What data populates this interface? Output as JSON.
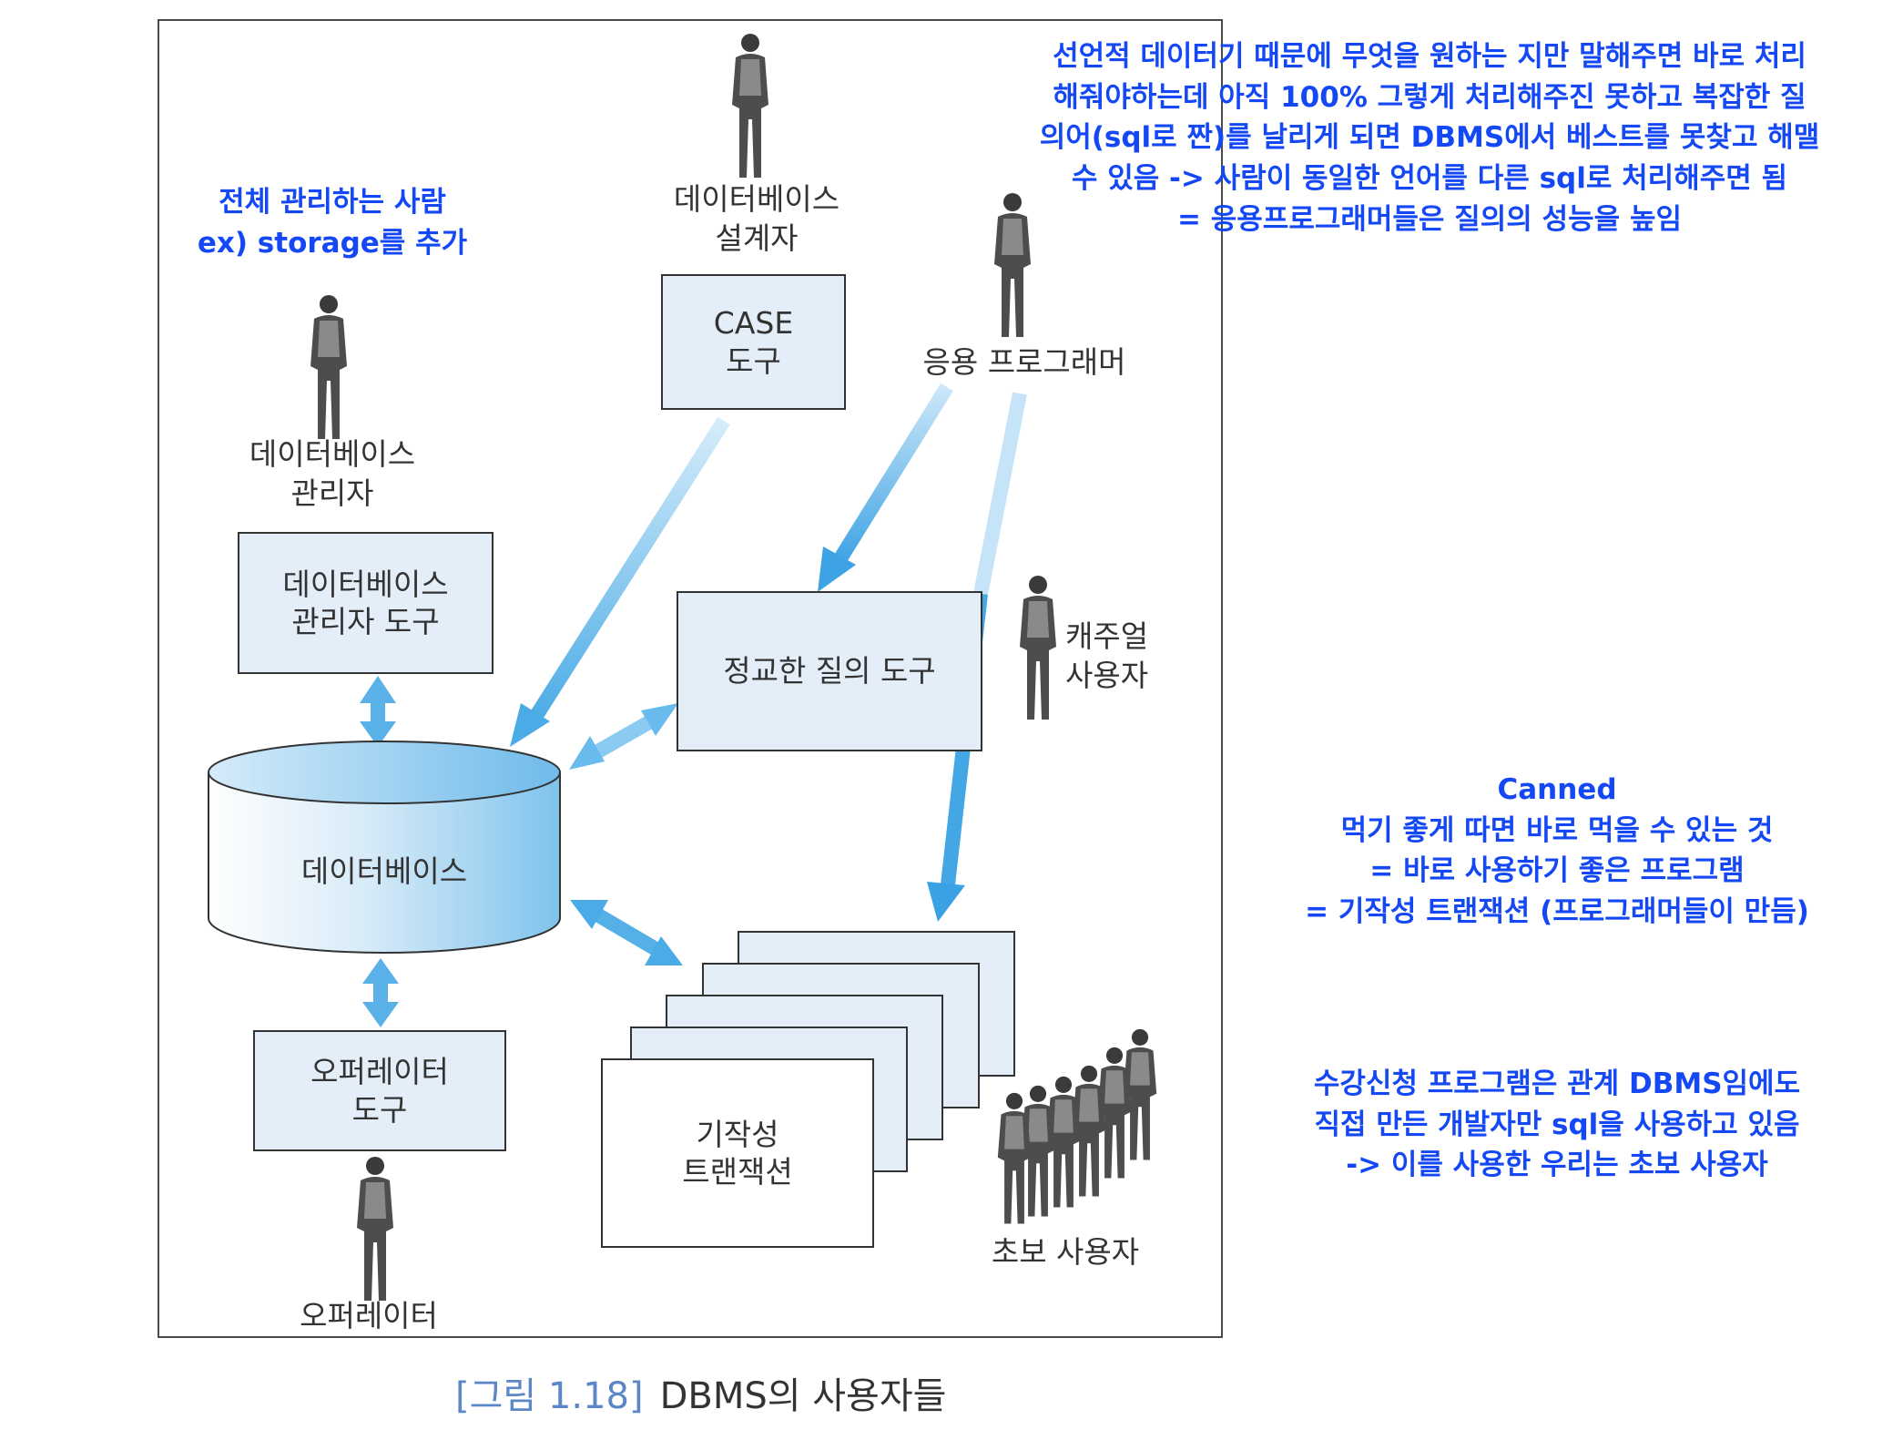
{
  "figure": {
    "caption_number": "[그림 1.18]",
    "caption_text": "DBMS의 사용자들"
  },
  "roles": {
    "db_designer": "데이터베이스\n설계자",
    "app_programmer": "응용 프로그래머",
    "dba": "데이터베이스\n관리자",
    "casual_user": "캐주얼\n사용자",
    "operator": "오퍼레이터",
    "naive_user": "초보 사용자"
  },
  "tools": {
    "case_tool": "CASE\n도구",
    "dba_tool": "데이터베이스\n관리자 도구",
    "query_tool": "정교한 질의 도구",
    "operator_tool": "오퍼레이터\n도구",
    "canned_transactions": "기작성\n트랜잭션"
  },
  "database": {
    "label": "데이터베이스"
  },
  "annotations": {
    "dba_note": "전체 관리하는 사람\nex) storage를 추가",
    "programmer_note": "선언적 데이터기 때문에 무엇을 원하는 지만 말해주면 바로 처리\n해줘야하는데 아직 100% 그렇게 처리해주진 못하고 복잡한 질\n의어(sql로 짠)를 날리게 되면 DBMS에서 베스트를 못찾고 해맬\n수 있음 -> 사람이 동일한 언어를 다른 sql로 처리해주면 됨\n= 응용프로그래머들은 질의의 성능을 높임",
    "canned_note": "Canned\n먹기 좋게 따면 바로 먹을 수 있는 것\n= 바로 사용하기 좋은 프로그램\n= 기작성 트랜잭션 (프로그래머들이 만듬)",
    "naive_note": "수강신청 프로그램은 관계 DBMS임에도\n직접 만든 개발자만 sql을 사용하고 있음\n-> 이를 사용한 우리는 초보 사용자"
  },
  "colors": {
    "annotation": "#1548f5",
    "arrow_strong": "#3aa2e4",
    "arrow_light": "#c6e4f8",
    "box_fill": "#e3eef9"
  }
}
